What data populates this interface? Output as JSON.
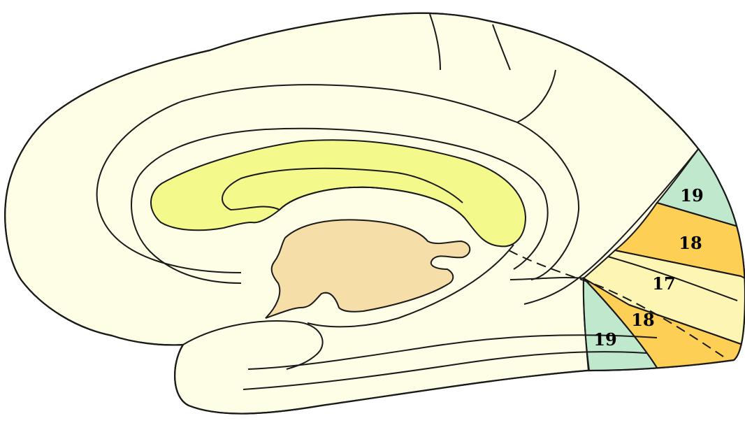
{
  "colors": {
    "background": "#ffffff",
    "cortex": "#fefde6",
    "corpus_callosum": "#f3f98a",
    "thalamus": "#f6dea9",
    "area_17": "#fdf5b4",
    "area_18": "#fecf55",
    "area_19": "#bfe8cd",
    "outline": "#1a1a1a"
  },
  "labels": {
    "area_19_upper": "19",
    "area_18_upper": "18",
    "area_17": "17",
    "area_18_lower": "18",
    "area_19_lower": "19"
  }
}
